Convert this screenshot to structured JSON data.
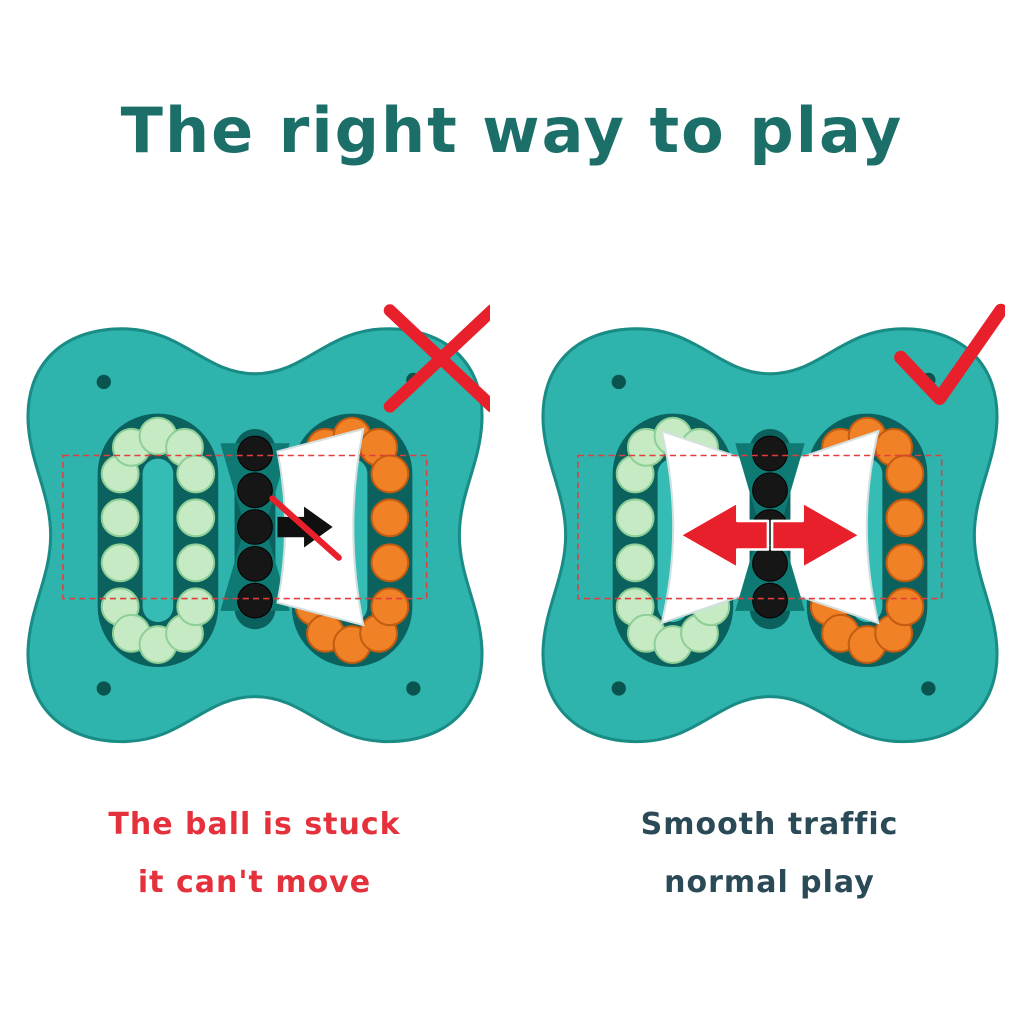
{
  "title": "The right way to play",
  "colors": {
    "background": "#ffffff",
    "title": "#1c6f68",
    "body_teal": "#2fb4ad",
    "body_edge": "#1a8c86",
    "track_dark": "#0b615d",
    "rotor_teal": "#0e7a73",
    "island": "#35bcb4",
    "screw": "#0a5450",
    "bead_green": "#c6ebc4",
    "bead_green_edge": "#8ecf97",
    "bead_orange": "#f08126",
    "bead_orange_edge": "#c25c10",
    "bead_black": "#161616",
    "mark_red": "#e8202b",
    "dash_red": "#e23d3d",
    "caption_wrong": "#e4313c",
    "caption_right": "#2b4a57",
    "rotor_white": "#ffffff"
  },
  "figures": {
    "wrong": {
      "icon": "cross-mark-icon",
      "caption_line1": "The ball is stuck",
      "caption_line2": "it can't move"
    },
    "right": {
      "icon": "check-mark-icon",
      "caption_line1": "Smooth traffic",
      "caption_line2": "normal play"
    }
  }
}
